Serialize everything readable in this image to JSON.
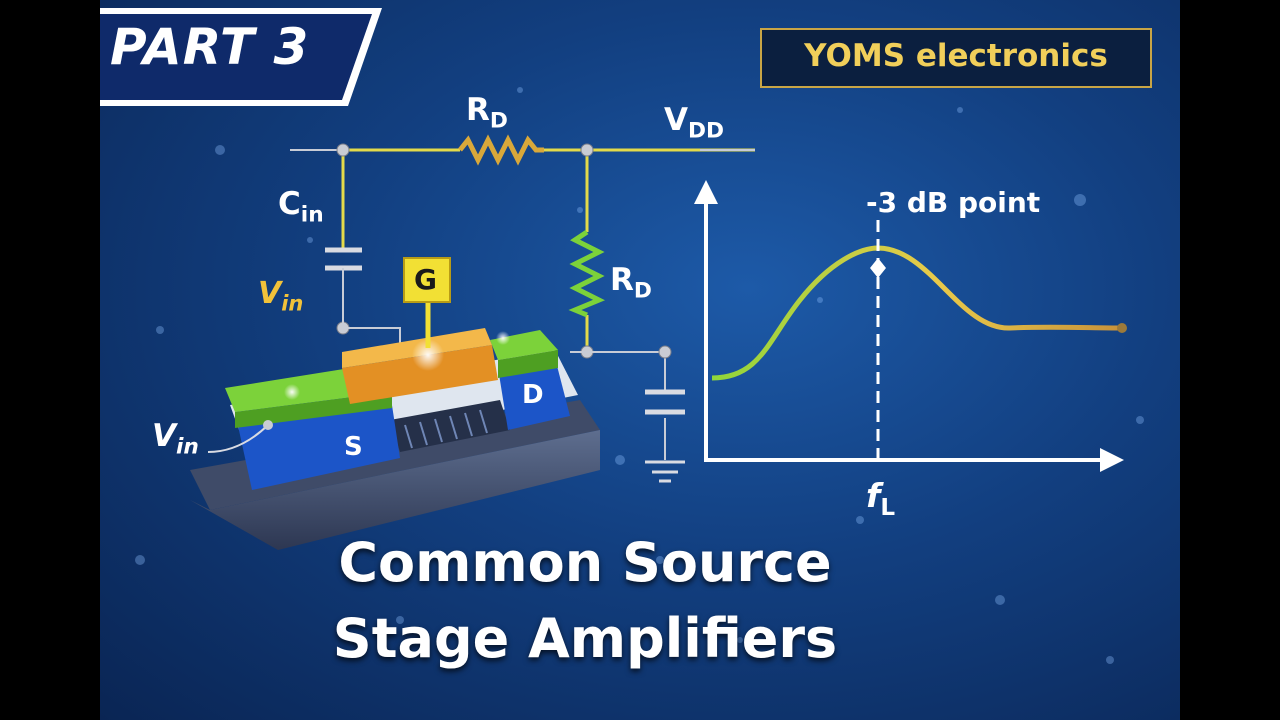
{
  "badge": {
    "part_label": "PART 3"
  },
  "brand": {
    "name": "YOMS electronics"
  },
  "title": {
    "line1": "Common Source",
    "line2": "Stage Amplifiers"
  },
  "circuit": {
    "resistor_top": {
      "main": "R",
      "sub": "D"
    },
    "resistor_right": {
      "main": "R",
      "sub": "D"
    },
    "supply": {
      "main": "V",
      "sub": "DD"
    },
    "capacitor": {
      "main": "C",
      "sub": "in"
    },
    "input_gate": {
      "main": "V",
      "sub": "in"
    },
    "input_source": {
      "main": "V",
      "sub": "in"
    },
    "gate_label": "G",
    "source_label": "S",
    "drain_label": "D"
  },
  "graph": {
    "point_label": "-3 dB point",
    "x_marker": {
      "main": "f",
      "sub": "L"
    }
  },
  "colors": {
    "wire": "#e3da4a",
    "green": "#7cd23a",
    "blue_block": "#1c55c8",
    "orange_gate": "#f0a030",
    "brand_gold": "#f1cf5a"
  }
}
